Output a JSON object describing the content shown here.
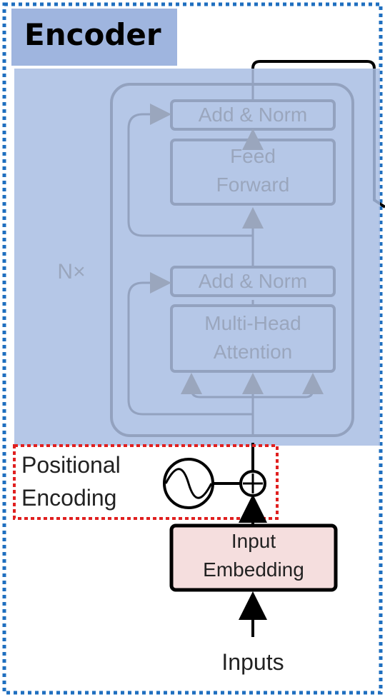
{
  "header": {
    "title": "Encoder"
  },
  "layers": {
    "repeat_label": "N×",
    "add_norm_top": "Add & Norm",
    "feed_forward_line1": "Feed",
    "feed_forward_line2": "Forward",
    "add_norm_bottom": "Add & Norm",
    "attention_line1": "Multi-Head",
    "attention_line2": "Attention"
  },
  "positional": {
    "line1": "Positional",
    "line2": "Encoding"
  },
  "embedding": {
    "line1": "Input",
    "line2": "Embedding"
  },
  "input": {
    "label": "Inputs"
  },
  "colors": {
    "outer_border": "#1f6fbf",
    "highlight_fill": "#a8bde3",
    "positional_border": "#e02020",
    "embedding_fill": "#f5dede"
  }
}
